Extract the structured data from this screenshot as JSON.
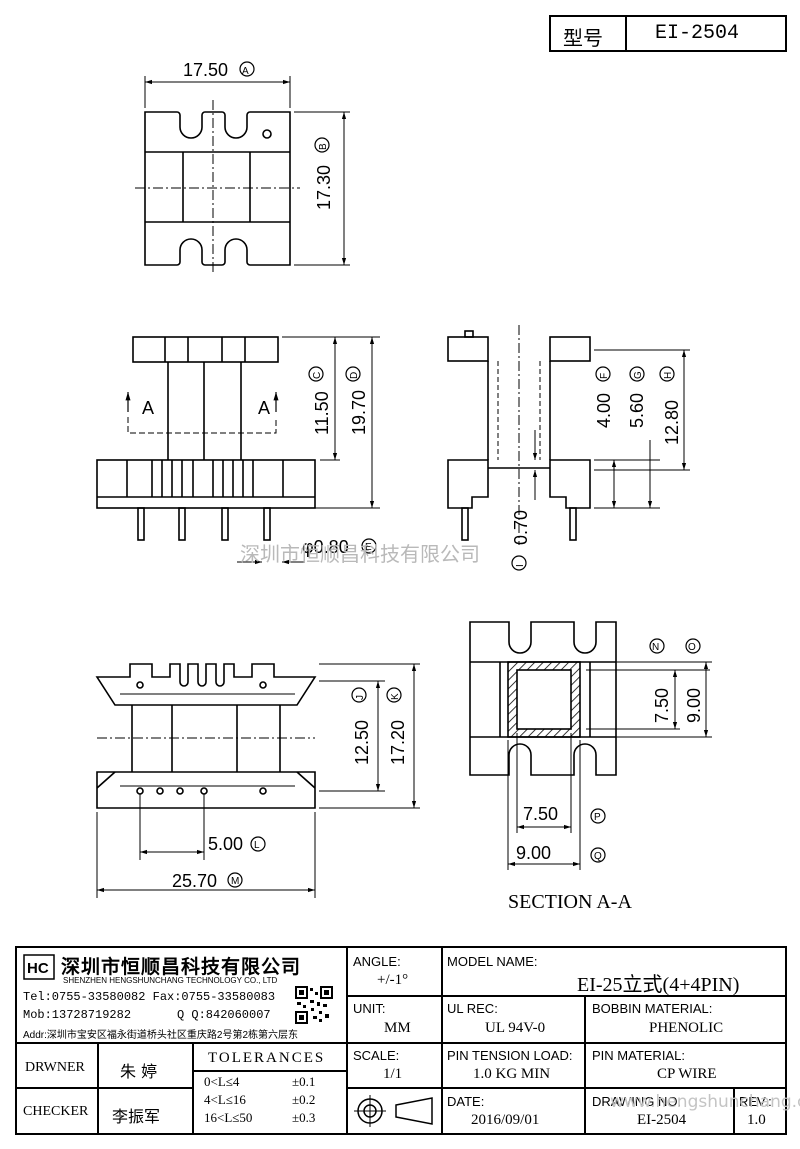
{
  "header": {
    "type_label": "型号",
    "model_code": "EI-2504"
  },
  "dims": {
    "A": "17.50",
    "A_tag": "A",
    "B": "17.30",
    "B_tag": "B",
    "C": "11.50",
    "C_tag": "C",
    "D": "19.70",
    "D_tag": "D",
    "E": "φ0.80",
    "E_tag": "E",
    "F": "4.00",
    "F_tag": "F",
    "G": "5.60",
    "G_tag": "G",
    "H": "12.80",
    "H_tag": "H",
    "I": "0.70",
    "I_tag": "I",
    "J": "12.50",
    "J_tag": "J",
    "K": "17.20",
    "K_tag": "K",
    "L": "5.00",
    "L_tag": "L",
    "M": "25.70",
    "M_tag": "M",
    "N_tag": "N",
    "O_tag": "O",
    "N": "7.50",
    "O": "9.00",
    "P": "7.50",
    "P_tag": "P",
    "Q": "9.00",
    "Q_tag": "Q"
  },
  "section_marks": {
    "left": "A",
    "right": "A"
  },
  "section_title": "SECTION A-A",
  "watermark_center": "深圳市恒顺昌科技有限公司",
  "watermark_corner": "www.hengshunchang.com",
  "company": {
    "name_cn": "深圳市恒顺昌科技有限公司",
    "name_en": "SHENZHEN HENGSHUNCHANG TECHNOLOGY CO., LTD",
    "tel": "Tel:0755-33580082 Fax:0755-33580083",
    "mob": "Mob:13728719282",
    "qq": "Q  Q:842060007",
    "addr": "Addr:深圳市宝安区福永街道桥头社区重庆路2号第2栋第六层东"
  },
  "title_block": {
    "angle_label": "ANGLE:",
    "angle_value": "+/-1°",
    "unit_label": "UNIT:",
    "unit_value": "MM",
    "scale_label": "SCALE:",
    "scale_value": "1/1",
    "model_label": "MODEL NAME:",
    "model_value": "EI-25立式(4+4PIN)",
    "ul_label": "UL REC:",
    "ul_value": "UL 94V-0",
    "bobbin_label": "BOBBIN MATERIAL:",
    "bobbin_value": "PHENOLIC",
    "tension_label": "PIN TENSION LOAD:",
    "tension_value": "1.0 KG MIN",
    "pin_label": "PIN MATERIAL:",
    "pin_value": "CP WIRE",
    "date_label": "DATE:",
    "date_value": "2016/09/01",
    "drawing_label": "DRAWING NO:",
    "drawing_value": "EI-2504",
    "rev_label": "REV.:",
    "rev_value": "1.0",
    "drawer_label": "DRWNER",
    "drawer_value": "朱 婷",
    "checker_label": "CHECKER",
    "checker_value": "李振军",
    "tolerances_title": "TOLERANCES",
    "tolerances": [
      {
        "range": "0<L≤4",
        "tol": "±0.1"
      },
      {
        "range": "4<L≤16",
        "tol": "±0.2"
      },
      {
        "range": "16<L≤50",
        "tol": "±0.3"
      }
    ]
  }
}
